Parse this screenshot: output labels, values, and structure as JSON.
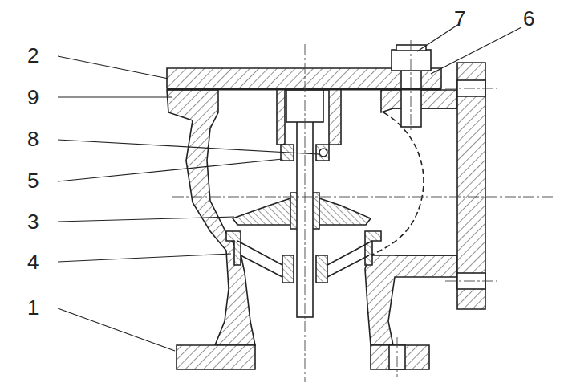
{
  "diagram": {
    "labels": [
      "7",
      "6",
      "2",
      "9",
      "8",
      "5",
      "3",
      "4",
      "1"
    ]
  }
}
